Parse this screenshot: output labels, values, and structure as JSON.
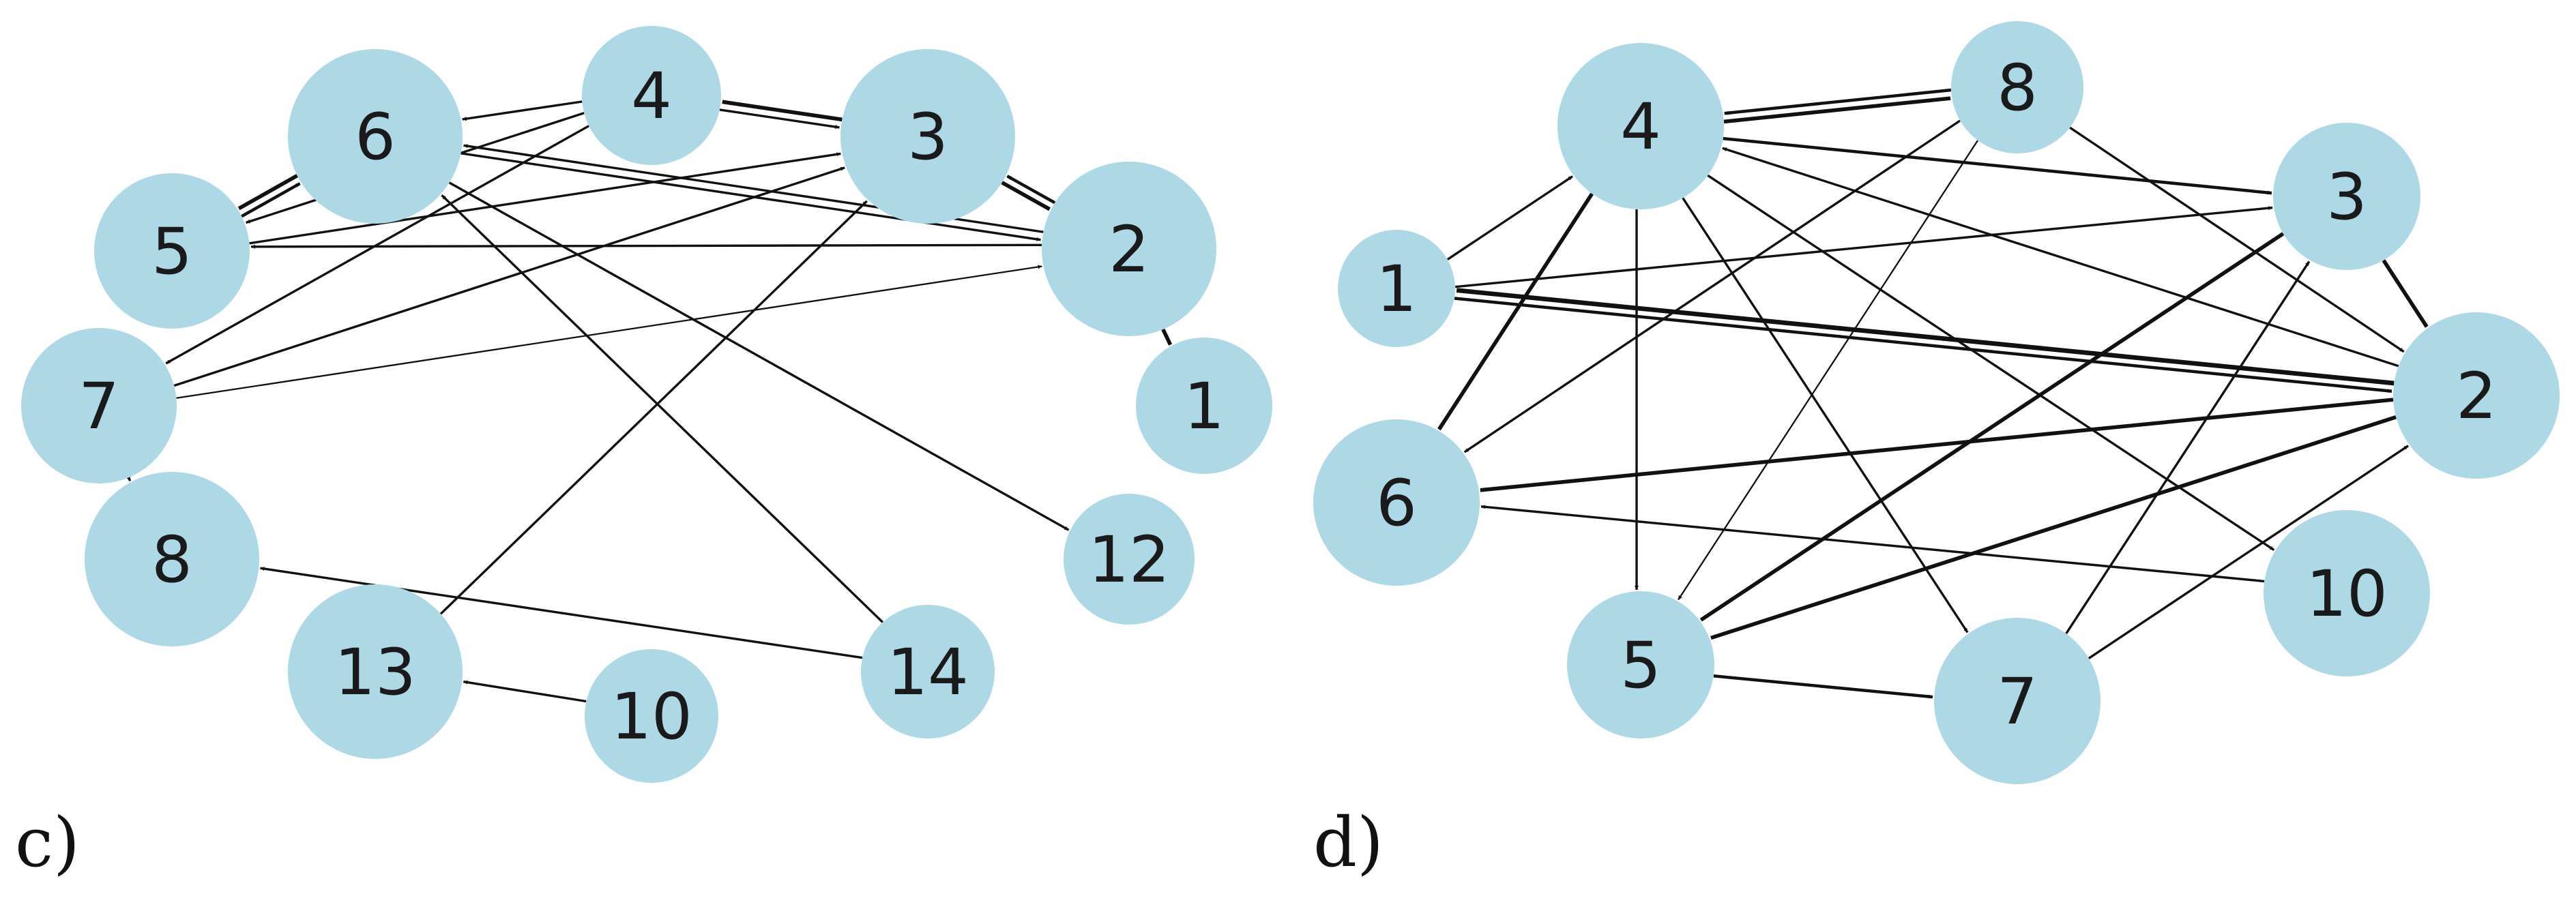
{
  "colors": {
    "node_fill": "#add8e6",
    "edge": "#111111",
    "label": "#1a1a1a",
    "background": "#ffffff"
  },
  "panels": [
    {
      "id": "c",
      "label": "c)",
      "nodes": [
        {
          "id": "6",
          "label": "6"
        },
        {
          "id": "4",
          "label": "4"
        },
        {
          "id": "3",
          "label": "3"
        },
        {
          "id": "5",
          "label": "5"
        },
        {
          "id": "2",
          "label": "2"
        },
        {
          "id": "7",
          "label": "7"
        },
        {
          "id": "1",
          "label": "1"
        },
        {
          "id": "8",
          "label": "8"
        },
        {
          "id": "12",
          "label": "12"
        },
        {
          "id": "13",
          "label": "13"
        },
        {
          "id": "14",
          "label": "14"
        },
        {
          "id": "10",
          "label": "10"
        }
      ],
      "edges": [
        {
          "source": "4",
          "target": "6",
          "weight": 2
        },
        {
          "source": "4",
          "target": "3",
          "weight": 2
        },
        {
          "source": "3",
          "target": "4",
          "weight": 4
        },
        {
          "source": "4",
          "target": "5",
          "weight": 2
        },
        {
          "source": "4",
          "target": "7",
          "weight": 2
        },
        {
          "source": "6",
          "target": "5",
          "weight": 4
        },
        {
          "source": "5",
          "target": "6",
          "weight": 3
        },
        {
          "source": "2",
          "target": "6",
          "weight": 2
        },
        {
          "source": "3",
          "target": "2",
          "weight": 4
        },
        {
          "source": "2",
          "target": "3",
          "weight": 3
        },
        {
          "source": "5",
          "target": "3",
          "weight": 2
        },
        {
          "source": "2",
          "target": "5",
          "weight": 2
        },
        {
          "source": "7",
          "target": "3",
          "weight": 2
        },
        {
          "source": "7",
          "target": "2",
          "weight": 1
        },
        {
          "source": "2",
          "target": "1",
          "weight": 4
        },
        {
          "source": "7",
          "target": "8",
          "weight": 2
        },
        {
          "source": "6",
          "target": "2",
          "weight": 2
        },
        {
          "source": "6",
          "target": "12",
          "weight": 2
        },
        {
          "source": "14",
          "target": "6",
          "weight": 2
        },
        {
          "source": "13",
          "target": "3",
          "weight": 2
        },
        {
          "source": "14",
          "target": "8",
          "weight": 2
        },
        {
          "source": "10",
          "target": "13",
          "weight": 2
        }
      ]
    },
    {
      "id": "d",
      "label": "d)",
      "nodes": [
        {
          "id": "4",
          "label": "4"
        },
        {
          "id": "8",
          "label": "8"
        },
        {
          "id": "3",
          "label": "3"
        },
        {
          "id": "1",
          "label": "1"
        },
        {
          "id": "2",
          "label": "2"
        },
        {
          "id": "6",
          "label": "6"
        },
        {
          "id": "10",
          "label": "10"
        },
        {
          "id": "5",
          "label": "5"
        },
        {
          "id": "7",
          "label": "7"
        }
      ],
      "edges": [
        {
          "source": "4",
          "target": "8",
          "weight": 4
        },
        {
          "source": "8",
          "target": "4",
          "weight": 3
        },
        {
          "source": "4",
          "target": "3",
          "weight": 3
        },
        {
          "source": "1",
          "target": "4",
          "weight": 2
        },
        {
          "source": "4",
          "target": "6",
          "weight": 4
        },
        {
          "source": "4",
          "target": "5",
          "weight": 2
        },
        {
          "source": "4",
          "target": "7",
          "weight": 2
        },
        {
          "source": "4",
          "target": "10",
          "weight": 2
        },
        {
          "source": "2",
          "target": "4",
          "weight": 2
        },
        {
          "source": "8",
          "target": "2",
          "weight": 2
        },
        {
          "source": "8",
          "target": "6",
          "weight": 2
        },
        {
          "source": "8",
          "target": "5",
          "weight": 1
        },
        {
          "source": "1",
          "target": "3",
          "weight": 2
        },
        {
          "source": "3",
          "target": "2",
          "weight": 4
        },
        {
          "source": "3",
          "target": "5",
          "weight": 4
        },
        {
          "source": "7",
          "target": "3",
          "weight": 2
        },
        {
          "source": "2",
          "target": "1",
          "weight": 5
        },
        {
          "source": "1",
          "target": "2",
          "weight": 3
        },
        {
          "source": "2",
          "target": "6",
          "weight": 4
        },
        {
          "source": "2",
          "target": "5",
          "weight": 4
        },
        {
          "source": "7",
          "target": "2",
          "weight": 2
        },
        {
          "source": "10",
          "target": "6",
          "weight": 2
        },
        {
          "source": "5",
          "target": "7",
          "weight": 3
        }
      ]
    }
  ]
}
